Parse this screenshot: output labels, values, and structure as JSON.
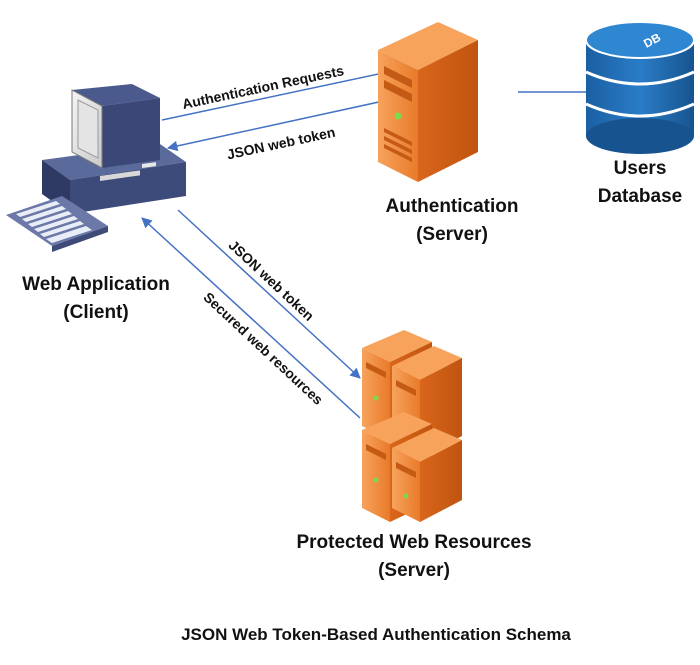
{
  "nodes": {
    "client": {
      "line1": "Web Application",
      "line2": "(Client)"
    },
    "auth": {
      "line1": "Authentication",
      "line2": "(Server)"
    },
    "users_db": {
      "line1": "Users",
      "line2": "Database",
      "badge": "DB"
    },
    "protected": {
      "line1": "Protected Web Resources",
      "line2": "(Server)"
    }
  },
  "edges": {
    "auth_request": "Authentication Requests",
    "jwt_to_client": "JSON web token",
    "jwt_to_resources": "JSON web token",
    "secured_resources": "Secured web resources"
  },
  "caption": "JSON Web Token-Based Authentication Schema",
  "colors": {
    "arrow": "#4472c4",
    "server_orange": "#f28c3c",
    "database_blue": "#1f6fb5",
    "text": "#111111"
  },
  "icons": {
    "client": "desktop-computer-icon",
    "auth": "tower-server-icon",
    "users_db": "database-cylinder-icon",
    "protected": "server-cluster-icon"
  }
}
